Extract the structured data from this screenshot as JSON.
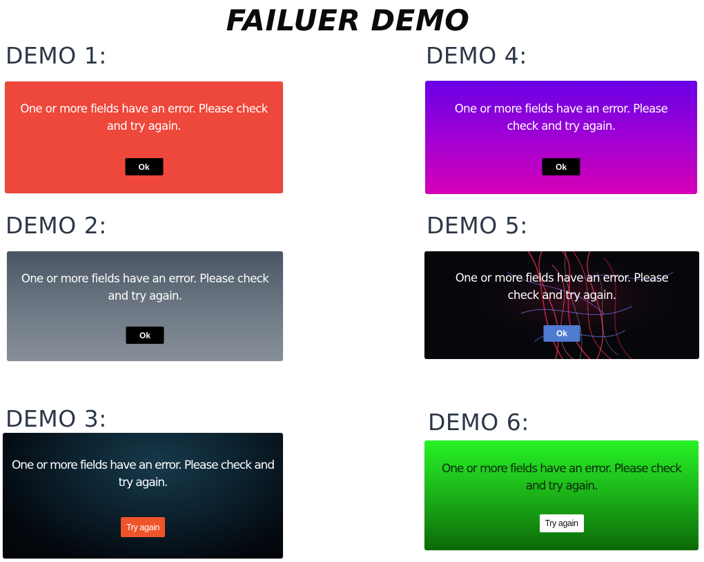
{
  "page": {
    "title": "FAILUER DEMO"
  },
  "demos": [
    {
      "label": "DEMO 1:",
      "message": "One or more fields have an error. Please check and try again.",
      "button": "Ok",
      "color": "#ee473b"
    },
    {
      "label": "DEMO 2:",
      "message": "One or more fields have an error. Please check and try again.",
      "button": "Ok",
      "color": "#5f6a77"
    },
    {
      "label": "DEMO 3:",
      "message": "One or more fields have an error. Please check and try again.",
      "button": "Try again",
      "color": "#061018"
    },
    {
      "label": "DEMO 4:",
      "message": "One or more fields have an error. Please check and try again.",
      "button": "Ok",
      "color": "#9a00d6"
    },
    {
      "label": "DEMO 5:",
      "message": "One or more fields have an error. Please check and try again.",
      "button": "Ok",
      "color": "#05070b"
    },
    {
      "label": "DEMO 6:",
      "message": "One or more fields have an error. Please check and try again.",
      "button": "Try again",
      "color": "#1db81a"
    }
  ],
  "colors": {
    "button_dark": "#000000",
    "button_blue": "#4f7bd0",
    "button_orange": "#f0542a",
    "button_white": "#ffffff"
  }
}
